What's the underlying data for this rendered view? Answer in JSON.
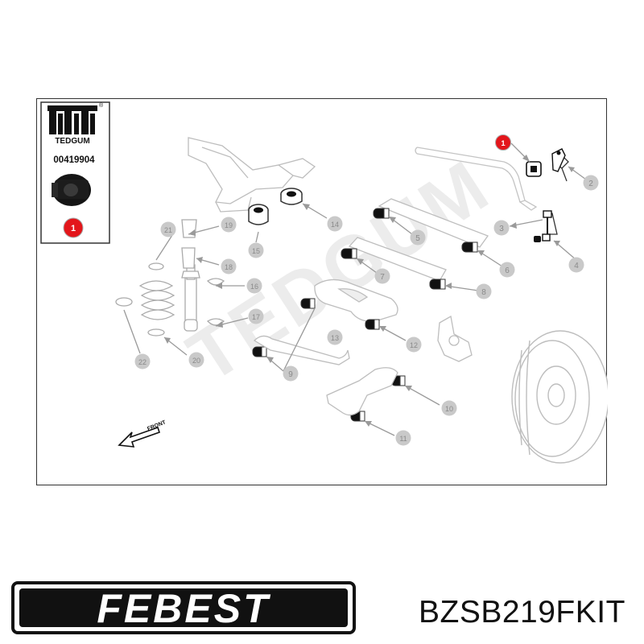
{
  "inset": {
    "brand": "TEDGUM",
    "registered": "®",
    "part_number": "00419904",
    "badge_number": "1"
  },
  "watermark": "TEDGUM",
  "front_label": "FRONT",
  "callouts": [
    {
      "id": "1",
      "highlight": true
    },
    {
      "id": "2"
    },
    {
      "id": "3"
    },
    {
      "id": "4"
    },
    {
      "id": "5"
    },
    {
      "id": "6"
    },
    {
      "id": "7"
    },
    {
      "id": "8"
    },
    {
      "id": "9"
    },
    {
      "id": "10"
    },
    {
      "id": "11"
    },
    {
      "id": "12"
    },
    {
      "id": "13"
    },
    {
      "id": "14"
    },
    {
      "id": "15"
    },
    {
      "id": "16"
    },
    {
      "id": "17"
    },
    {
      "id": "18"
    },
    {
      "id": "19"
    },
    {
      "id": "20"
    },
    {
      "id": "21"
    },
    {
      "id": "22"
    }
  ],
  "footer": {
    "logo_text": "FEBEST",
    "part_code": "BZSB219FKIT"
  },
  "colors": {
    "highlight_red": "#e3161b",
    "callout_grey": "#c9c9c9",
    "callout_text": "#8a8a8a",
    "line_grey": "#9a9a9a",
    "bushing_black": "#111111"
  }
}
